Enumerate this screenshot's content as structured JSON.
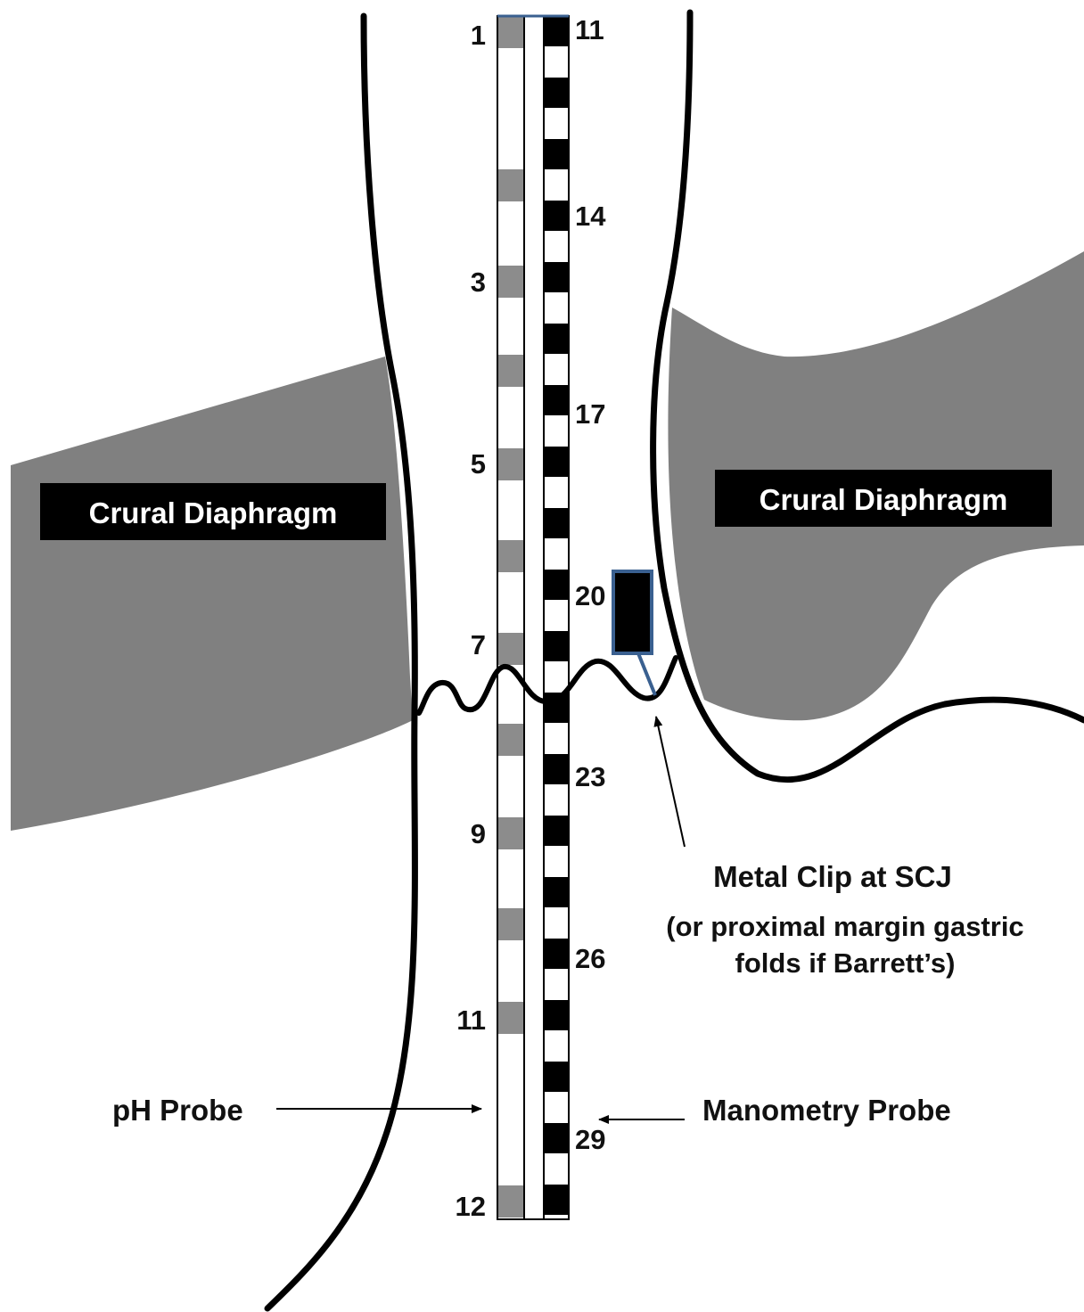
{
  "colors": {
    "diaphragm": "#808080",
    "outline": "#000000",
    "ph_segment": "#8c8c8c",
    "manometry_segment": "#000000",
    "clip_border": "#3a6090",
    "label_box": "#000000",
    "label_text": "#ffffff"
  },
  "labels": {
    "crural_left": "Crural Diaphragm",
    "crural_right": "Crural Diaphragm",
    "clip_title": "Metal Clip at SCJ",
    "clip_note_line1": "(or proximal margin gastric",
    "clip_note_line2": "folds if Barrett’s)",
    "ph_probe": "pH Probe",
    "manometry_probe": "Manometry Probe"
  },
  "ph_probe": {
    "sensor_labels": [
      "1",
      "3",
      "5",
      "7",
      "9",
      "11",
      "12"
    ]
  },
  "manometry_probe": {
    "sensor_labels": [
      "11",
      "14",
      "17",
      "20",
      "23",
      "26",
      "29"
    ]
  },
  "icons": {
    "metal_clip": "metal-clip-icon"
  }
}
